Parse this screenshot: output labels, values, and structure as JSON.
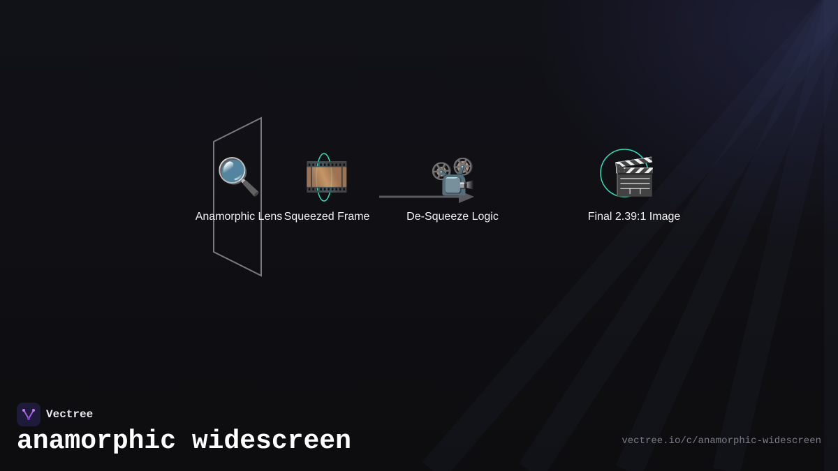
{
  "brand": {
    "name": "Vectree",
    "logo_icon": "vectree-logo-icon",
    "accent": "#a35ce0"
  },
  "title": "anamorphic widescreen",
  "url": "vectree.io/c/anamorphic-widescreen",
  "diagram": {
    "nodes": [
      {
        "id": "lens",
        "icon": "🔍",
        "icon_name": "magnifier-icon",
        "label": "Anamorphic Lens"
      },
      {
        "id": "frame",
        "icon": "🎞️",
        "icon_name": "film-frames-icon",
        "label": "Squeezed Frame"
      },
      {
        "id": "logic",
        "icon": "📽️",
        "icon_name": "film-projector-icon",
        "label": "De-Squeeze Logic"
      },
      {
        "id": "image",
        "icon": "🎬",
        "icon_name": "clapper-board-icon",
        "label": "Final 2.39:1 Image"
      }
    ],
    "colors": {
      "highlight": "#2fe0b8",
      "outline": "#7a7a82",
      "arrow": "#5a5a60",
      "text": "#f2f2f5"
    }
  }
}
